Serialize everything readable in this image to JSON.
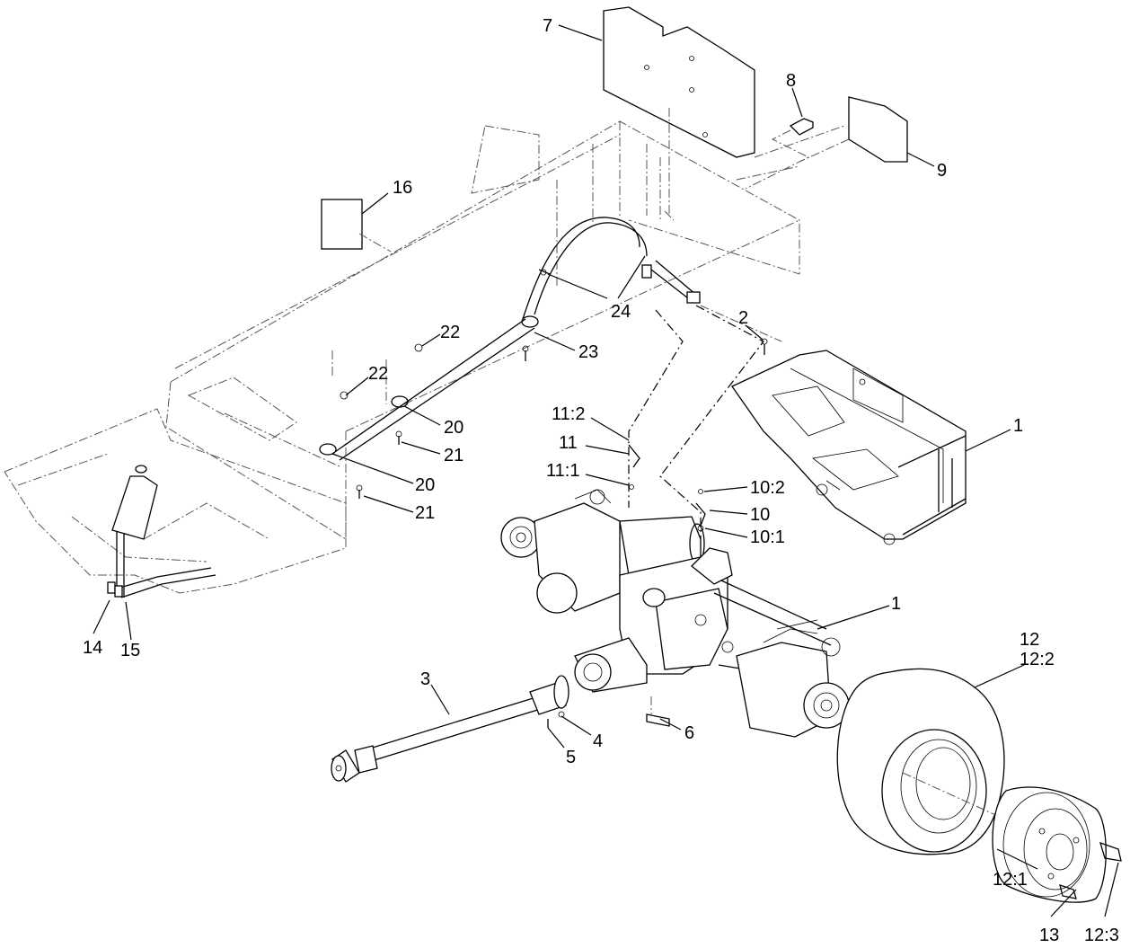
{
  "callouts": [
    {
      "id": "c7",
      "label": "7"
    },
    {
      "id": "c8",
      "label": "8"
    },
    {
      "id": "c9",
      "label": "9"
    },
    {
      "id": "c16",
      "label": "16"
    },
    {
      "id": "c24",
      "label": "24"
    },
    {
      "id": "c2",
      "label": "2"
    },
    {
      "id": "c22a",
      "label": "22"
    },
    {
      "id": "c23",
      "label": "23"
    },
    {
      "id": "c22b",
      "label": "22"
    },
    {
      "id": "c20a",
      "label": "20"
    },
    {
      "id": "c21a",
      "label": "21"
    },
    {
      "id": "c1a",
      "label": "1"
    },
    {
      "id": "c11_2",
      "label": "11:2"
    },
    {
      "id": "c11",
      "label": "11"
    },
    {
      "id": "c11_1",
      "label": "11:1"
    },
    {
      "id": "c20b",
      "label": "20"
    },
    {
      "id": "c10_2",
      "label": "10:2"
    },
    {
      "id": "c21b",
      "label": "21"
    },
    {
      "id": "c10",
      "label": "10"
    },
    {
      "id": "c10_1",
      "label": "10:1"
    },
    {
      "id": "c1b",
      "label": "1"
    },
    {
      "id": "c14",
      "label": "14"
    },
    {
      "id": "c15",
      "label": "15"
    },
    {
      "id": "c12",
      "label": "12"
    },
    {
      "id": "c12_2",
      "label": "12:2"
    },
    {
      "id": "c3",
      "label": "3"
    },
    {
      "id": "c4",
      "label": "4"
    },
    {
      "id": "c6",
      "label": "6"
    },
    {
      "id": "c5",
      "label": "5"
    },
    {
      "id": "c12_1",
      "label": "12:1"
    },
    {
      "id": "c13",
      "label": "13"
    },
    {
      "id": "c12_3",
      "label": "12:3"
    }
  ]
}
